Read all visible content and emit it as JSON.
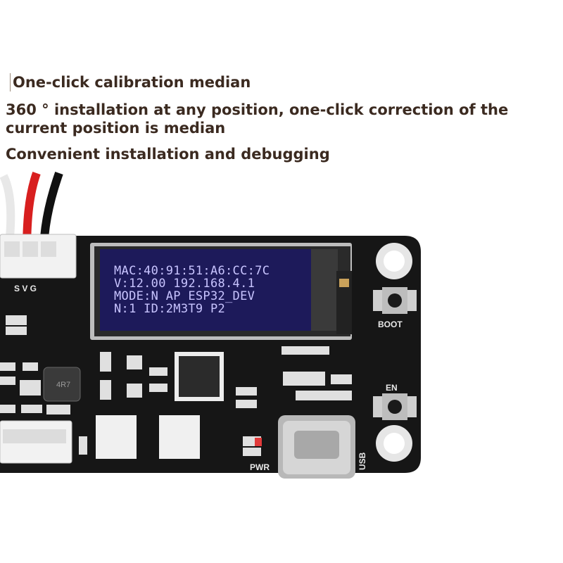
{
  "caption": {
    "line1": "One-click calibration median",
    "line2a": "360 ° installation at any position, one-click correction of the",
    "line2b": "current position is median",
    "line3": "Convenient installation and debugging"
  },
  "oled": {
    "row1": "MAC:40:91:51:A6:CC:7C",
    "row2": "V:12.00 192.168.4.1",
    "row3": "MODE:N AP ESP32_DEV",
    "row4": "N:1 ID:2M3T9 P2"
  },
  "silkscreen": {
    "connector": "S V G",
    "boot": "BOOT",
    "en": "EN",
    "pwr": "PWR",
    "usb": "USB",
    "inductor": "4R7"
  },
  "colors": {
    "pcb": "#161616",
    "oled_bg": "#1d1a5a",
    "oled_text": "#c8c4ff",
    "caption": "#3b2a20"
  }
}
